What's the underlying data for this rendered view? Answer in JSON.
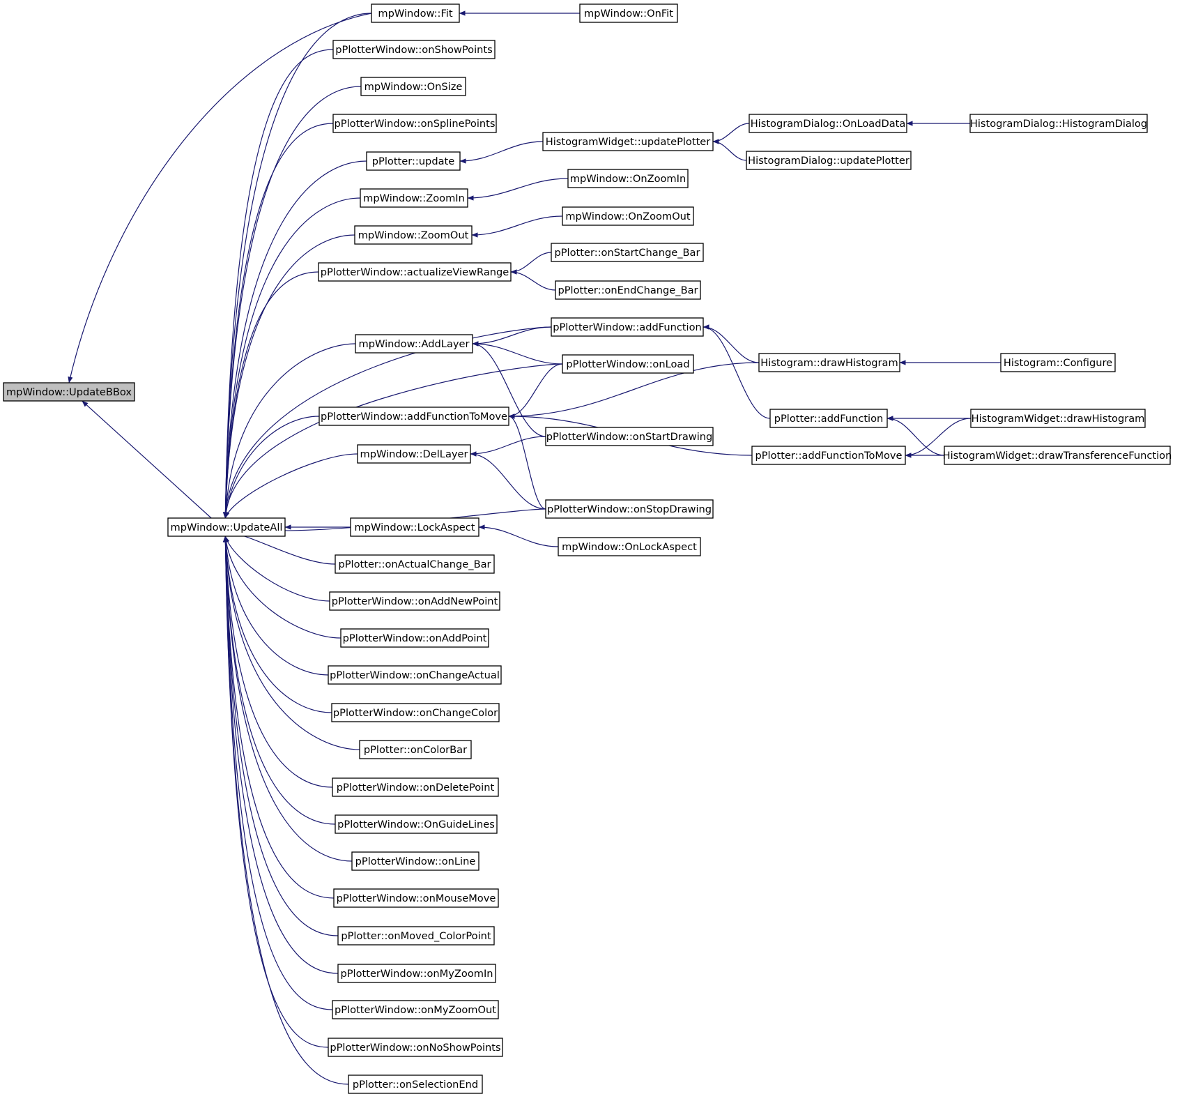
{
  "diagram": {
    "root": "mpWindow::UpdateBBox",
    "colors": {
      "edge": "#191970",
      "node_border": "#000000",
      "root_fill": "#bfbfbf",
      "node_fill": "#ffffff"
    },
    "nodes": {
      "update_bbox": "mpWindow::UpdateBBox",
      "update_all": "mpWindow::UpdateAll",
      "fit": "mpWindow::Fit",
      "on_fit": "mpWindow::OnFit",
      "on_show_points": "pPlotterWindow::onShowPoints",
      "on_size": "mpWindow::OnSize",
      "on_spline_points": "pPlotterWindow::onSplinePoints",
      "pplotter_update": "pPlotter::update",
      "hw_update_plotter": "HistogramWidget::updatePlotter",
      "hd_on_load_data": "HistogramDialog::OnLoadData",
      "hd_ctor": "HistogramDialog::HistogramDialog",
      "hd_update_plotter": "HistogramDialog::updatePlotter",
      "zoom_in": "mpWindow::ZoomIn",
      "on_zoom_in": "mpWindow::OnZoomIn",
      "zoom_out": "mpWindow::ZoomOut",
      "on_zoom_out": "mpWindow::OnZoomOut",
      "actualize_view_range": "pPlotterWindow::actualizeViewRange",
      "on_start_change_bar": "pPlotter::onStartChange_Bar",
      "on_end_change_bar": "pPlotter::onEndChange_Bar",
      "ppw_add_function": "pPlotterWindow::addFunction",
      "add_layer": "mpWindow::AddLayer",
      "on_load": "pPlotterWindow::onLoad",
      "h_draw_histogram": "Histogram::drawHistogram",
      "h_configure": "Histogram::Configure",
      "ppw_add_function_to_move": "pPlotterWindow::addFunctionToMove",
      "pp_add_function": "pPlotter::addFunction",
      "hw_draw_histogram": "HistogramWidget::drawHistogram",
      "on_start_drawing": "pPlotterWindow::onStartDrawing",
      "del_layer": "mpWindow::DelLayer",
      "pp_add_function_to_move": "pPlotter::addFunctionToMove",
      "hw_draw_transference": "HistogramWidget::drawTransferenceFunction",
      "on_stop_drawing": "pPlotterWindow::onStopDrawing",
      "lock_aspect": "mpWindow::LockAspect",
      "on_lock_aspect": "mpWindow::OnLockAspect",
      "on_actual_change_bar": "pPlotter::onActualChange_Bar",
      "on_add_new_point": "pPlotterWindow::onAddNewPoint",
      "on_add_point": "pPlotterWindow::onAddPoint",
      "on_change_actual": "pPlotterWindow::onChangeActual",
      "on_change_color": "pPlotterWindow::onChangeColor",
      "on_color_bar": "pPlotter::onColorBar",
      "on_delete_point": "pPlotterWindow::onDeletePoint",
      "on_guide_lines": "pPlotterWindow::OnGuideLines",
      "on_line": "pPlotterWindow::onLine",
      "on_mouse_move": "pPlotterWindow::onMouseMove",
      "on_moved_color_point": "pPlotter::onMoved_ColorPoint",
      "on_my_zoom_in": "pPlotterWindow::onMyZoomIn",
      "on_my_zoom_out": "pPlotterWindow::onMyZoomOut",
      "on_no_show_points": "pPlotterWindow::onNoShowPoints",
      "on_selection_end": "pPlotter::onSelectionEnd"
    },
    "edges": [
      [
        "fit",
        "update_bbox"
      ],
      [
        "update_all",
        "update_bbox"
      ],
      [
        "on_fit",
        "fit"
      ],
      [
        "fit",
        "update_all"
      ],
      [
        "on_show_points",
        "update_all"
      ],
      [
        "on_size",
        "update_all"
      ],
      [
        "on_spline_points",
        "update_all"
      ],
      [
        "pplotter_update",
        "update_all"
      ],
      [
        "zoom_in",
        "update_all"
      ],
      [
        "zoom_out",
        "update_all"
      ],
      [
        "actualize_view_range",
        "update_all"
      ],
      [
        "ppw_add_function",
        "update_all"
      ],
      [
        "add_layer",
        "update_all"
      ],
      [
        "on_load",
        "update_all"
      ],
      [
        "ppw_add_function_to_move",
        "update_all"
      ],
      [
        "del_layer",
        "update_all"
      ],
      [
        "on_stop_drawing",
        "update_all"
      ],
      [
        "lock_aspect",
        "update_all"
      ],
      [
        "on_actual_change_bar",
        "update_all"
      ],
      [
        "on_add_new_point",
        "update_all"
      ],
      [
        "on_add_point",
        "update_all"
      ],
      [
        "on_change_actual",
        "update_all"
      ],
      [
        "on_change_color",
        "update_all"
      ],
      [
        "on_color_bar",
        "update_all"
      ],
      [
        "on_delete_point",
        "update_all"
      ],
      [
        "on_guide_lines",
        "update_all"
      ],
      [
        "on_line",
        "update_all"
      ],
      [
        "on_mouse_move",
        "update_all"
      ],
      [
        "on_moved_color_point",
        "update_all"
      ],
      [
        "on_my_zoom_in",
        "update_all"
      ],
      [
        "on_my_zoom_out",
        "update_all"
      ],
      [
        "on_no_show_points",
        "update_all"
      ],
      [
        "on_selection_end",
        "update_all"
      ],
      [
        "hw_update_plotter",
        "pplotter_update"
      ],
      [
        "hd_on_load_data",
        "hw_update_plotter"
      ],
      [
        "hd_update_plotter",
        "hw_update_plotter"
      ],
      [
        "hd_ctor",
        "hd_on_load_data"
      ],
      [
        "on_zoom_in",
        "zoom_in"
      ],
      [
        "on_zoom_out",
        "zoom_out"
      ],
      [
        "on_start_change_bar",
        "actualize_view_range"
      ],
      [
        "on_end_change_bar",
        "actualize_view_range"
      ],
      [
        "ppw_add_function",
        "add_layer"
      ],
      [
        "on_load",
        "add_layer"
      ],
      [
        "on_start_drawing",
        "add_layer"
      ],
      [
        "h_draw_histogram",
        "ppw_add_function"
      ],
      [
        "pp_add_function",
        "ppw_add_function"
      ],
      [
        "h_configure",
        "h_draw_histogram"
      ],
      [
        "on_load",
        "ppw_add_function_to_move"
      ],
      [
        "h_draw_histogram",
        "ppw_add_function_to_move"
      ],
      [
        "on_stop_drawing",
        "ppw_add_function_to_move"
      ],
      [
        "pp_add_function_to_move",
        "ppw_add_function_to_move"
      ],
      [
        "hw_draw_histogram",
        "pp_add_function"
      ],
      [
        "hw_draw_transference",
        "pp_add_function"
      ],
      [
        "hw_draw_histogram",
        "pp_add_function_to_move"
      ],
      [
        "hw_draw_transference",
        "pp_add_function_to_move"
      ],
      [
        "on_start_drawing",
        "del_layer"
      ],
      [
        "on_stop_drawing",
        "del_layer"
      ],
      [
        "on_lock_aspect",
        "lock_aspect"
      ]
    ]
  }
}
